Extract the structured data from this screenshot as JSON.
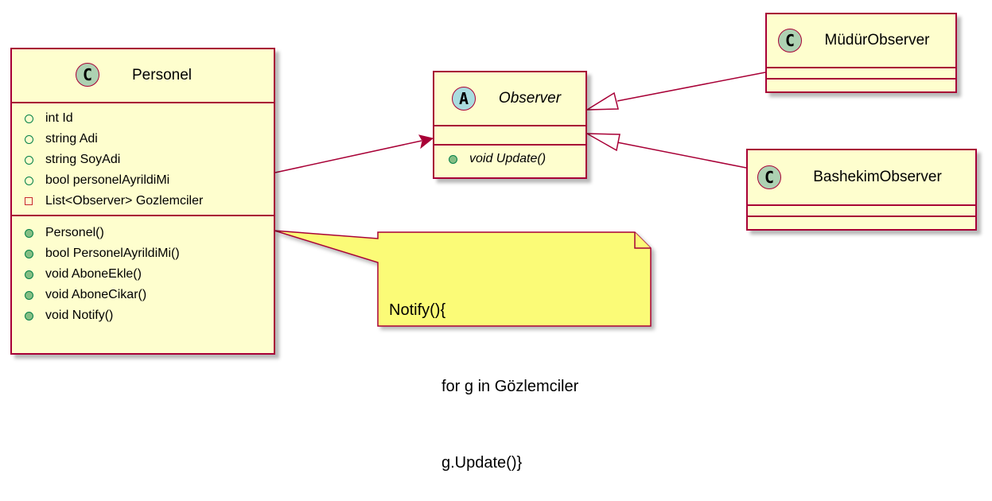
{
  "colors": {
    "class_fill": "#fefece",
    "border": "#a80036",
    "class_badge": "#add1b2",
    "abstract_badge": "#a9dcdf",
    "note_fill": "#fbfb77",
    "public_icon": "#038048",
    "private_icon": "#c82930"
  },
  "classes": {
    "personel": {
      "badge": "C",
      "name": "Personel",
      "fields": [
        {
          "text": "int Id",
          "vis": "public"
        },
        {
          "text": "string Adi",
          "vis": "public"
        },
        {
          "text": "string SoyAdi",
          "vis": "public"
        },
        {
          "text": "bool personelAyrildiMi",
          "vis": "public"
        },
        {
          "text": "List<Observer> Gozlemciler",
          "vis": "private"
        }
      ],
      "methods": [
        {
          "text": "Personel()",
          "vis": "public"
        },
        {
          "text": "bool PersonelAyrildiMi()",
          "vis": "public"
        },
        {
          "text": "void AboneEkle()",
          "vis": "public"
        },
        {
          "text": "void AboneCikar()",
          "vis": "public"
        },
        {
          "text": "void Notify()",
          "vis": "public"
        }
      ]
    },
    "observer": {
      "badge": "A",
      "name": "Observer",
      "methods": [
        {
          "text": "void Update()",
          "vis": "public"
        }
      ]
    },
    "mudur": {
      "badge": "C",
      "name": "MüdürObserver"
    },
    "bashekim": {
      "badge": "C",
      "name": "BashekimObserver"
    }
  },
  "note": {
    "lines": [
      "Notify(){",
      "\tfor g in Gözlemciler",
      "\tg.Update()}"
    ]
  },
  "relations": [
    {
      "from": "Personel",
      "to": "Observer",
      "type": "association"
    },
    {
      "from": "MüdürObserver",
      "to": "Observer",
      "type": "generalization"
    },
    {
      "from": "BashekimObserver",
      "to": "Observer",
      "type": "generalization"
    }
  ]
}
